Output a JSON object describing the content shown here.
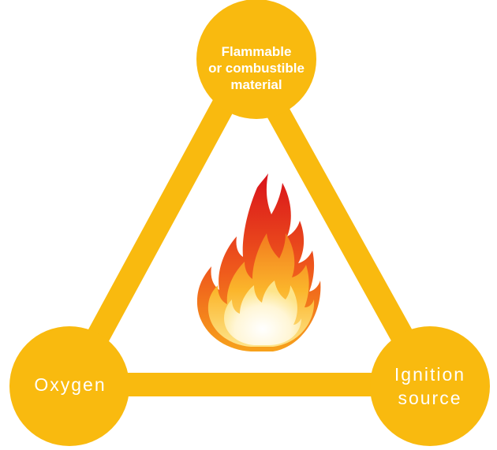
{
  "diagram": {
    "title": "",
    "accent_color": "#F9BA0F",
    "center_icon": "fire-icon",
    "nodes": {
      "top": {
        "lines": [
          "Flammable",
          "or combustible",
          "material"
        ]
      },
      "left": {
        "label": "Oxygen"
      },
      "right": {
        "lines": [
          "Ignition",
          "source"
        ]
      }
    }
  }
}
